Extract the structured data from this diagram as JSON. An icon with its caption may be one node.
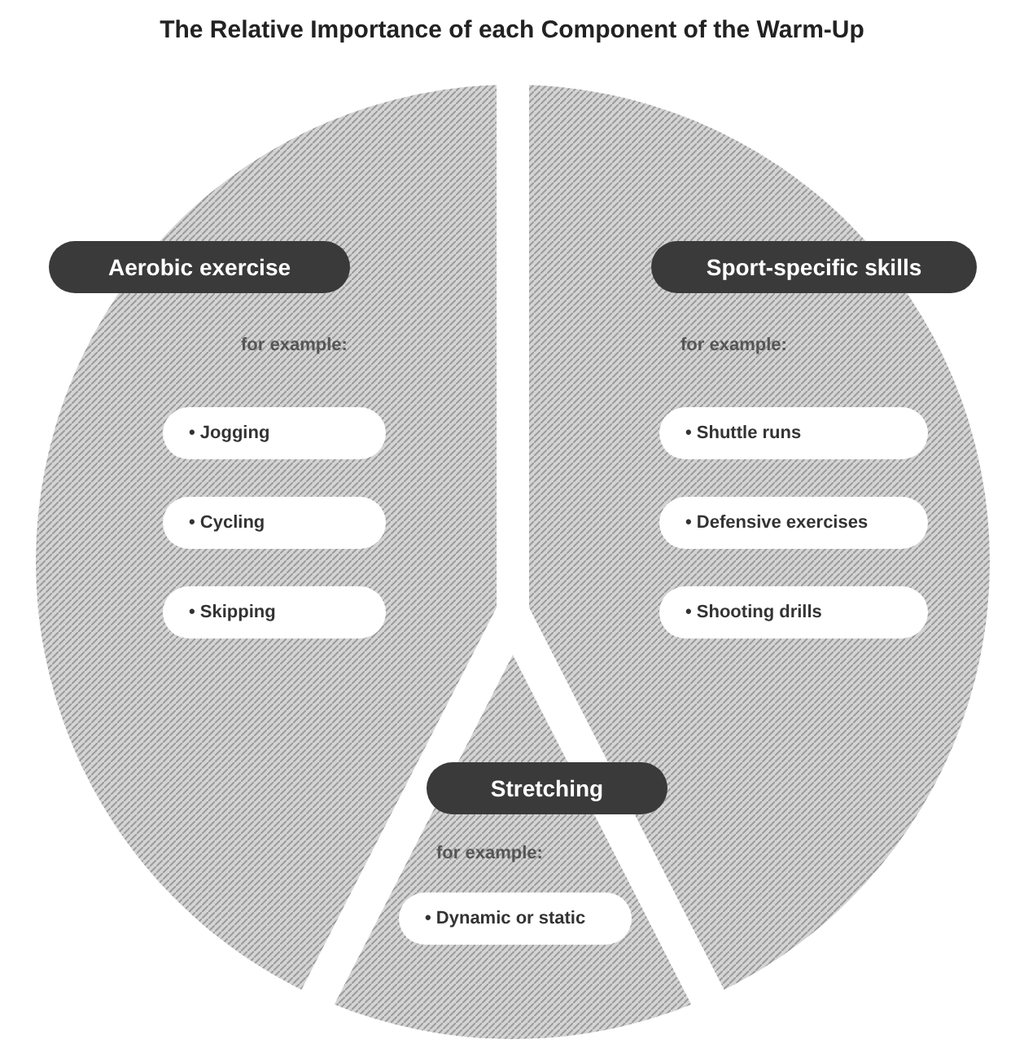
{
  "diagram": {
    "title": "The Relative Importance of each Component of the Warm-Up",
    "nodes": [
      {
        "text": [
          "for example:"
        ]
      },
      {
        "text": [
          "Aerobic exercise"
        ],
        "in": 0
      },
      {
        "text": [
          "• Jogging"
        ],
        "in": 0
      },
      {
        "text": [
          "• Cycling"
        ],
        "in": 0
      },
      {
        "text": [
          "• Skipping"
        ],
        "in": 0
      },
      {
        "text": [
          "for example:"
        ]
      },
      {
        "text": [
          "Sport-specific skills"
        ],
        "in": 5
      },
      {
        "text": [
          "• Shuttle runs"
        ],
        "in": 5
      },
      {
        "text": [
          "• Defensive exercises"
        ],
        "in": 5
      },
      {
        "text": [
          "• Shooting drills"
        ],
        "in": 5
      },
      {
        "text": [
          "for example:"
        ]
      },
      {
        "text": [
          "Stretching"
        ],
        "in": 10
      },
      {
        "text": [
          "• Dynamic or static"
        ],
        "in": 10
      }
    ]
  }
}
